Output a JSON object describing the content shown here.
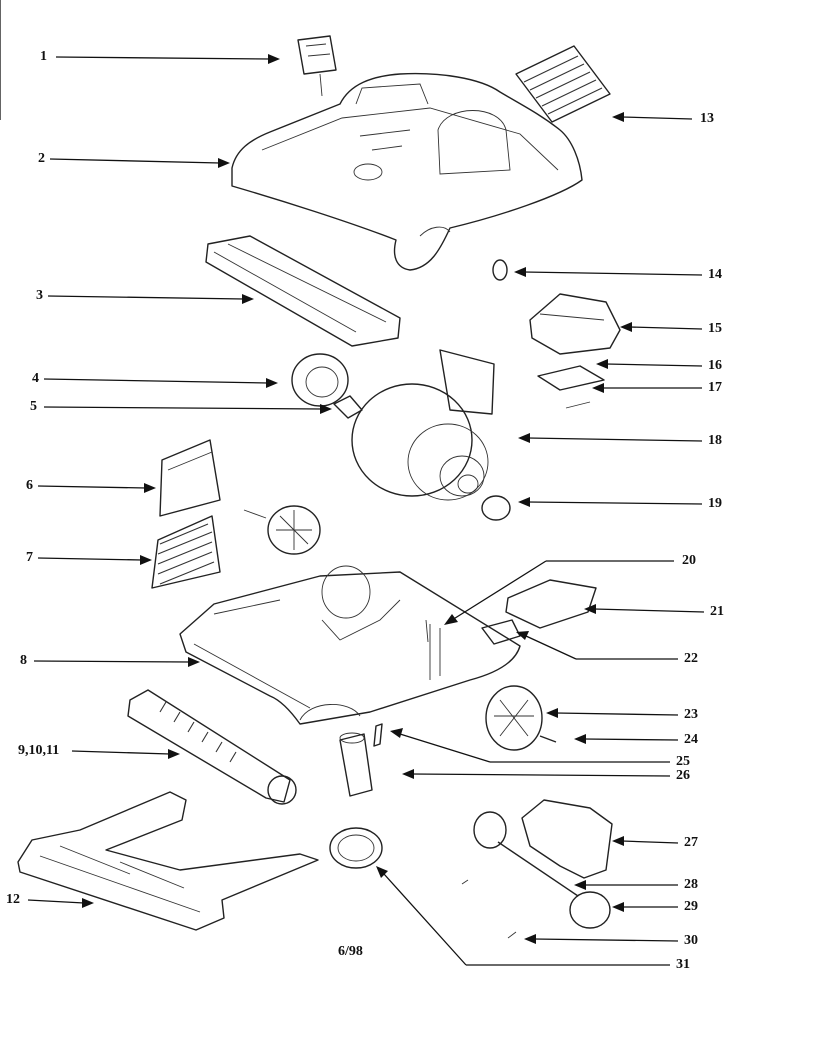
{
  "diagram": {
    "labels": [
      "1",
      "2",
      "3",
      "4",
      "5",
      "6",
      "7",
      "8",
      "9,10,11",
      "12",
      "13",
      "14",
      "15",
      "16",
      "17",
      "18",
      "19",
      "20",
      "21",
      "22",
      "23",
      "24",
      "25",
      "26",
      "27",
      "28",
      "29",
      "30",
      "31"
    ],
    "date_code": "6/98"
  }
}
